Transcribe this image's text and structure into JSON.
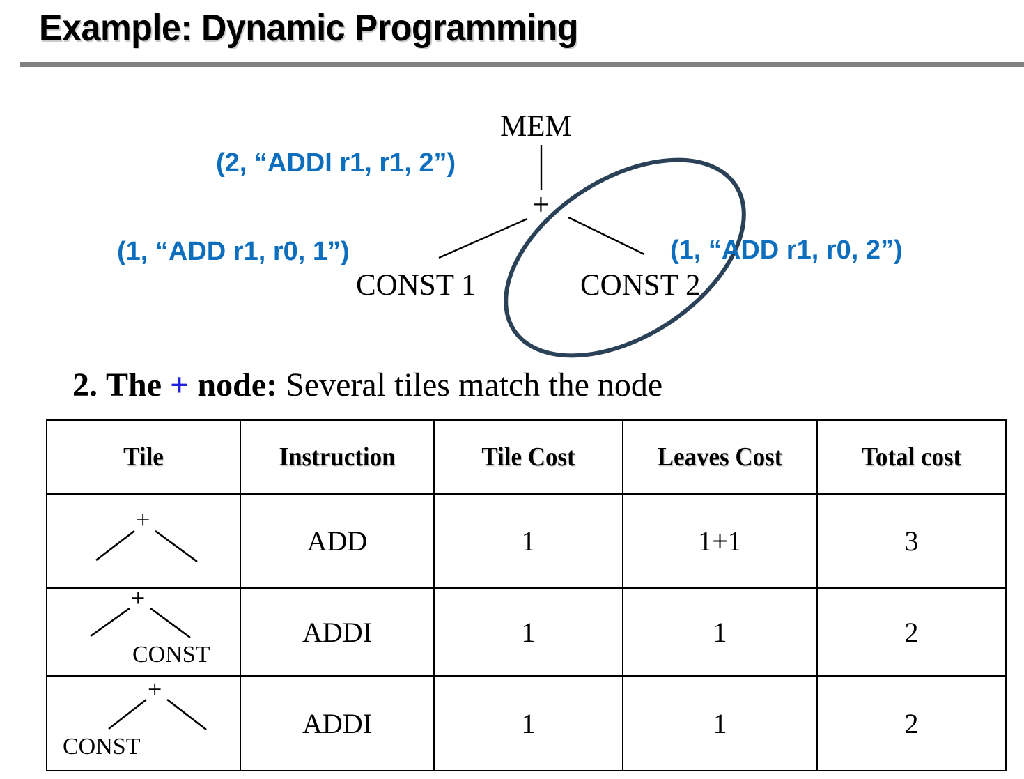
{
  "slide": {
    "title": "Example: Dynamic Programming",
    "accent_blue": "#0d6ebd",
    "rule_color": "#808080",
    "ellipse_color": "#2a4158"
  },
  "diagram": {
    "nodes": {
      "root": "MEM",
      "operator": "+",
      "left_leaf": "CONST 1",
      "right_leaf": "CONST 2"
    },
    "annotations": {
      "top": "(2, “ADDI r1, r1, 2”)",
      "left": "(1, “ADD r1, r0, 1”)",
      "right": "(1, “ADD r1, r0, 2”)"
    },
    "highlight_shape": "ellipse"
  },
  "statement": {
    "number": "2.",
    "bold_prefix": "The",
    "plus_symbol": "+",
    "bold_suffix": "node:",
    "rest": "Several tiles match the node"
  },
  "table": {
    "headers": [
      "Tile",
      "Instruction",
      "Tile Cost",
      "Leaves Cost",
      "Total cost"
    ],
    "rows": [
      {
        "tile_plus": "+",
        "tile_const": "",
        "tile_variant": "plain",
        "instruction": "ADD",
        "tile_cost": "1",
        "leaves_cost": "1+1",
        "total_cost": "3"
      },
      {
        "tile_plus": "+",
        "tile_const": "CONST",
        "tile_variant": "const-right",
        "instruction": "ADDI",
        "tile_cost": "1",
        "leaves_cost": "1",
        "total_cost": "2"
      },
      {
        "tile_plus": "+",
        "tile_const": "CONST",
        "tile_variant": "const-left",
        "instruction": "ADDI",
        "tile_cost": "1",
        "leaves_cost": "1",
        "total_cost": "2"
      }
    ]
  }
}
